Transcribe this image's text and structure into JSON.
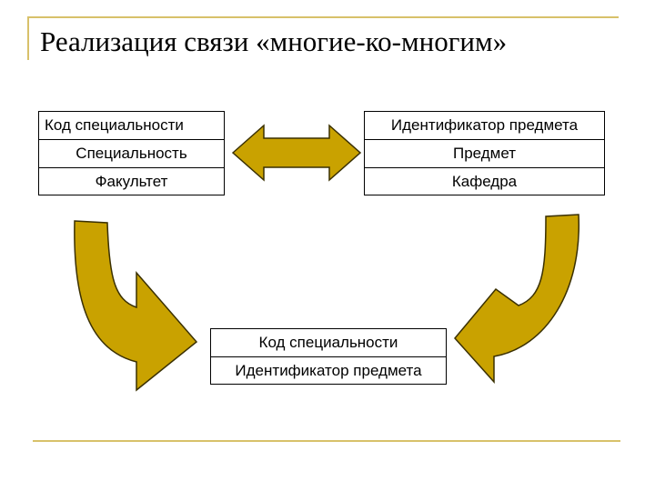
{
  "title": "Реализация связи «многие-ко-многим»",
  "left_table": {
    "rows": [
      "Код специальности",
      "Специальность",
      "Факультет"
    ]
  },
  "right_table": {
    "rows": [
      "Идентификатор предмета",
      "Предмет",
      "Кафедра"
    ]
  },
  "link_table": {
    "rows": [
      "Код специальности",
      "Идентификатор предмета"
    ]
  },
  "colors": {
    "arrow_fill": "#c9a200",
    "arrow_stroke": "#3a3000",
    "accent_line": "#d8c16a"
  }
}
